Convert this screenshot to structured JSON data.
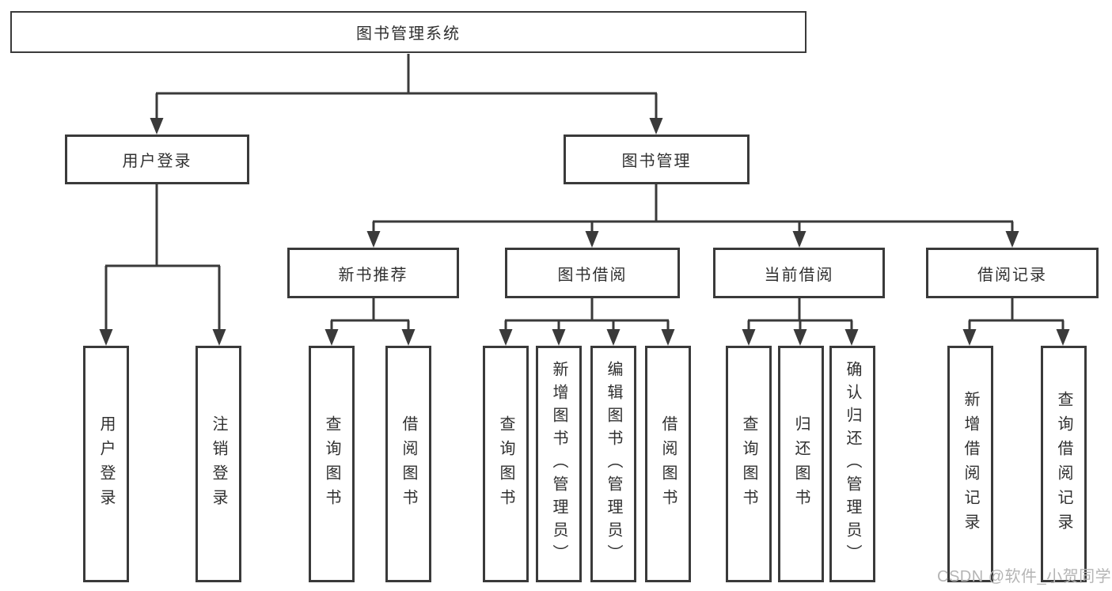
{
  "diagram_title": "图书管理系统",
  "nodes": {
    "root": "图书管理系统",
    "user_login": "用户登录",
    "book_mgmt": "图书管理",
    "new_book_rec": "新书推荐",
    "book_borrow": "图书借阅",
    "current_borrow": "当前借阅",
    "borrow_records": "借阅记录",
    "leaf_user_login": "用户登录",
    "leaf_logout": "注销登录",
    "leaf_query_book_1": "查询图书",
    "leaf_borrow_book_1": "借阅图书",
    "leaf_query_book_2": "查询图书",
    "leaf_add_book": "新增图书（管理员）",
    "leaf_edit_book": "编辑图书（管理员）",
    "leaf_borrow_book_2": "借阅图书",
    "leaf_query_book_3": "查询图书",
    "leaf_return_book": "归还图书",
    "leaf_confirm_return": "确认归还（管理员）",
    "leaf_add_record": "新增借阅记录",
    "leaf_query_record": "查询借阅记录"
  },
  "watermark": "CSDN @软件_小贺同学",
  "colors": {
    "line": "#3a3a3a",
    "box_border": "#3a3a3a",
    "background": "#ffffff",
    "watermark": "#b5b5b5"
  }
}
